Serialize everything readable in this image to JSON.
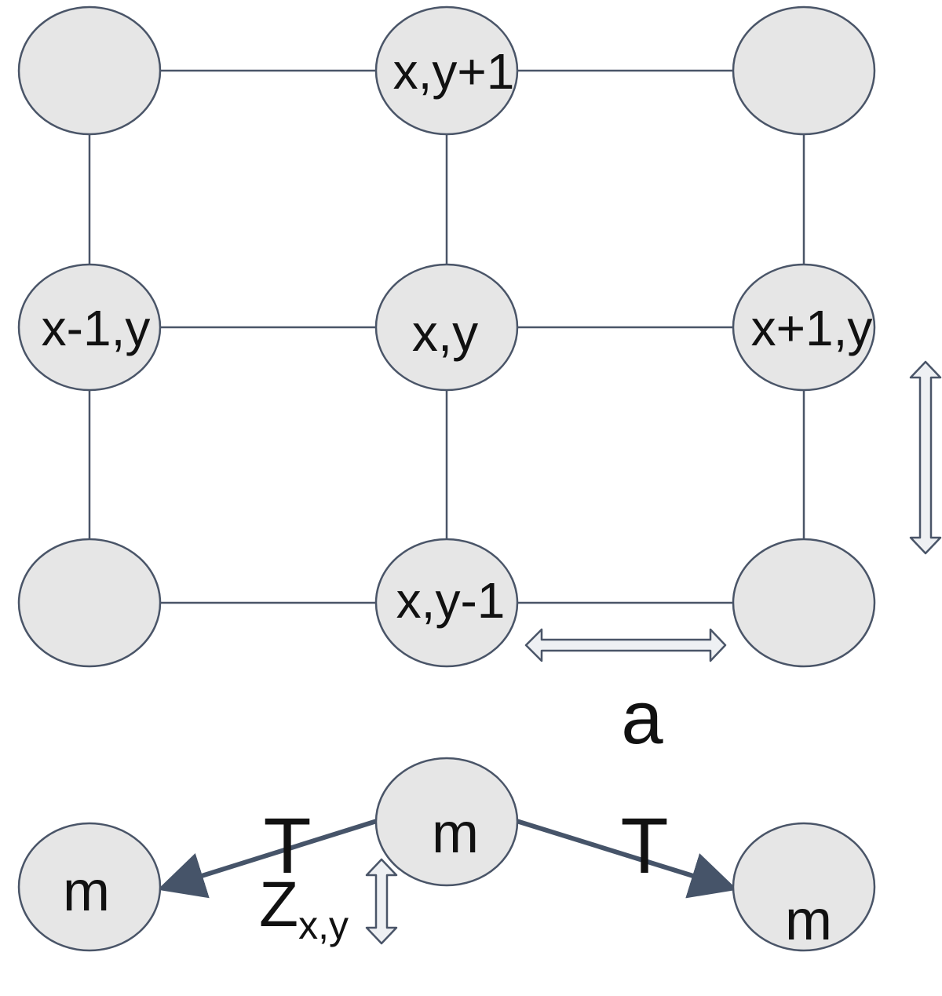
{
  "grid": {
    "nodes": [
      {
        "label": ""
      },
      {
        "label": "x,y+1"
      },
      {
        "label": ""
      },
      {
        "label": "x-1,y"
      },
      {
        "label": "x,y"
      },
      {
        "label": "x+1,y"
      },
      {
        "label": ""
      },
      {
        "label": "x,y-1"
      },
      {
        "label": ""
      }
    ],
    "spacing_label": "a"
  },
  "chain": {
    "left_mass": "m",
    "center_mass": "m",
    "right_mass": "m",
    "left_tension": "T",
    "right_tension": "T",
    "displacement_main": "Z",
    "displacement_sub": "x,y"
  },
  "colors": {
    "node_fill": "#e6e6e6",
    "node_stroke": "#4a5568",
    "edge": "#4a5568",
    "arrow": "#465469",
    "text": "#111111"
  }
}
